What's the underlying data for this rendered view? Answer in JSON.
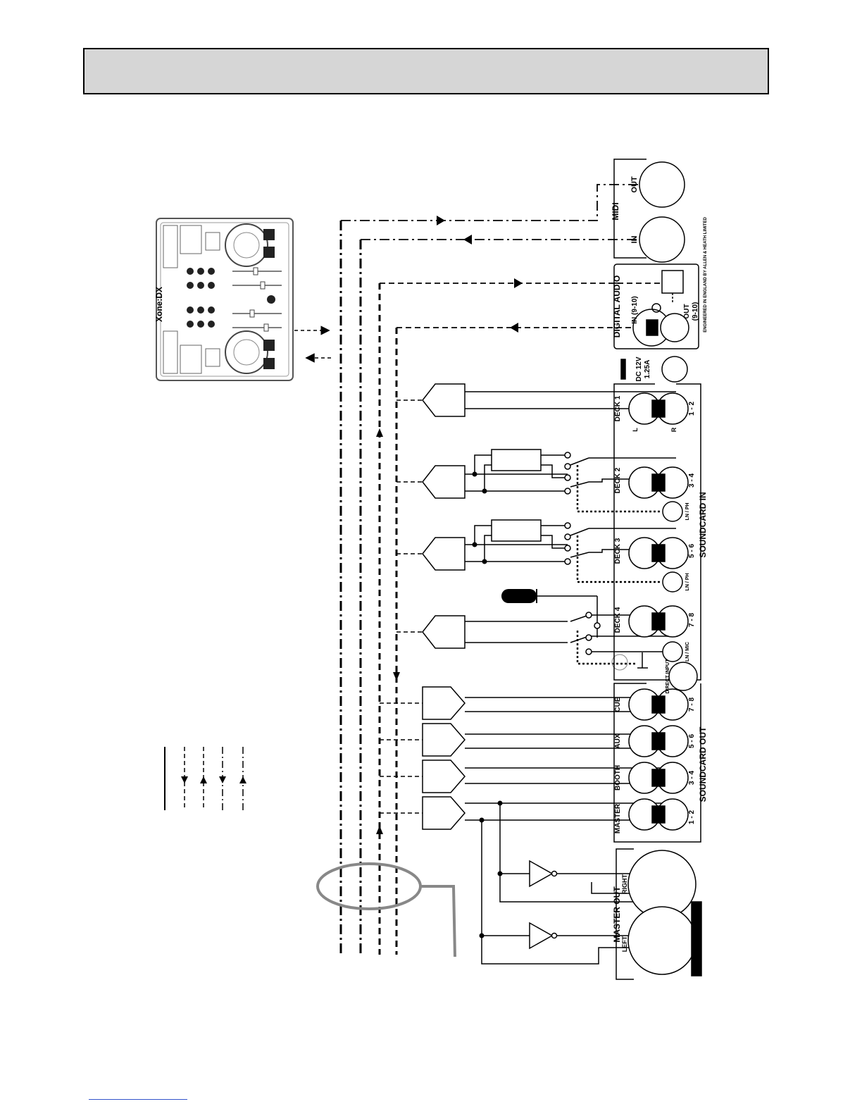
{
  "header": {
    "title": ""
  },
  "panel": {
    "midi": {
      "title": "MIDI",
      "in": "IN",
      "out": "OUT"
    },
    "digital_audio": {
      "title": "DIGITAL AUDIO",
      "in": "IN (9-10)",
      "out": "OUT",
      "out_ch": "(9-10)"
    },
    "power": {
      "rating_1": "DC 12V",
      "rating_2": "1.25A"
    },
    "soundcard_in": {
      "title": "SOUNDCARD IN",
      "decks": [
        {
          "name": "DECK 1",
          "ch": "1 - 2",
          "switch": ""
        },
        {
          "name": "DECK 2",
          "ch": "3 - 4",
          "switch": "LN / PH"
        },
        {
          "name": "DECK 3",
          "ch": "5 - 6",
          "switch": "LN / PH"
        },
        {
          "name": "DECK 4",
          "ch": "7 - 8",
          "switch": "LN / MIC"
        }
      ],
      "direct_input": "DIRECT INPUT"
    },
    "soundcard_out": {
      "title": "SOUNDCARD OUT",
      "outputs": [
        {
          "name": "CUE",
          "ch": "7 - 8"
        },
        {
          "name": "AUX",
          "ch": "5 - 6"
        },
        {
          "name": "BOOTH",
          "ch": "3 - 4"
        },
        {
          "name": "MASTER",
          "ch": "1 - 2"
        }
      ]
    },
    "master_out": {
      "title": "MASTER OUT",
      "right": "RIGHT",
      "left": "LEFT"
    },
    "jack_left": "L",
    "jack_right": "R",
    "engraving": "ENGINEERED IN ENGLAND BY ALLEN & HEATH LIMITED"
  },
  "device": {
    "brand": "Xone:DX"
  }
}
